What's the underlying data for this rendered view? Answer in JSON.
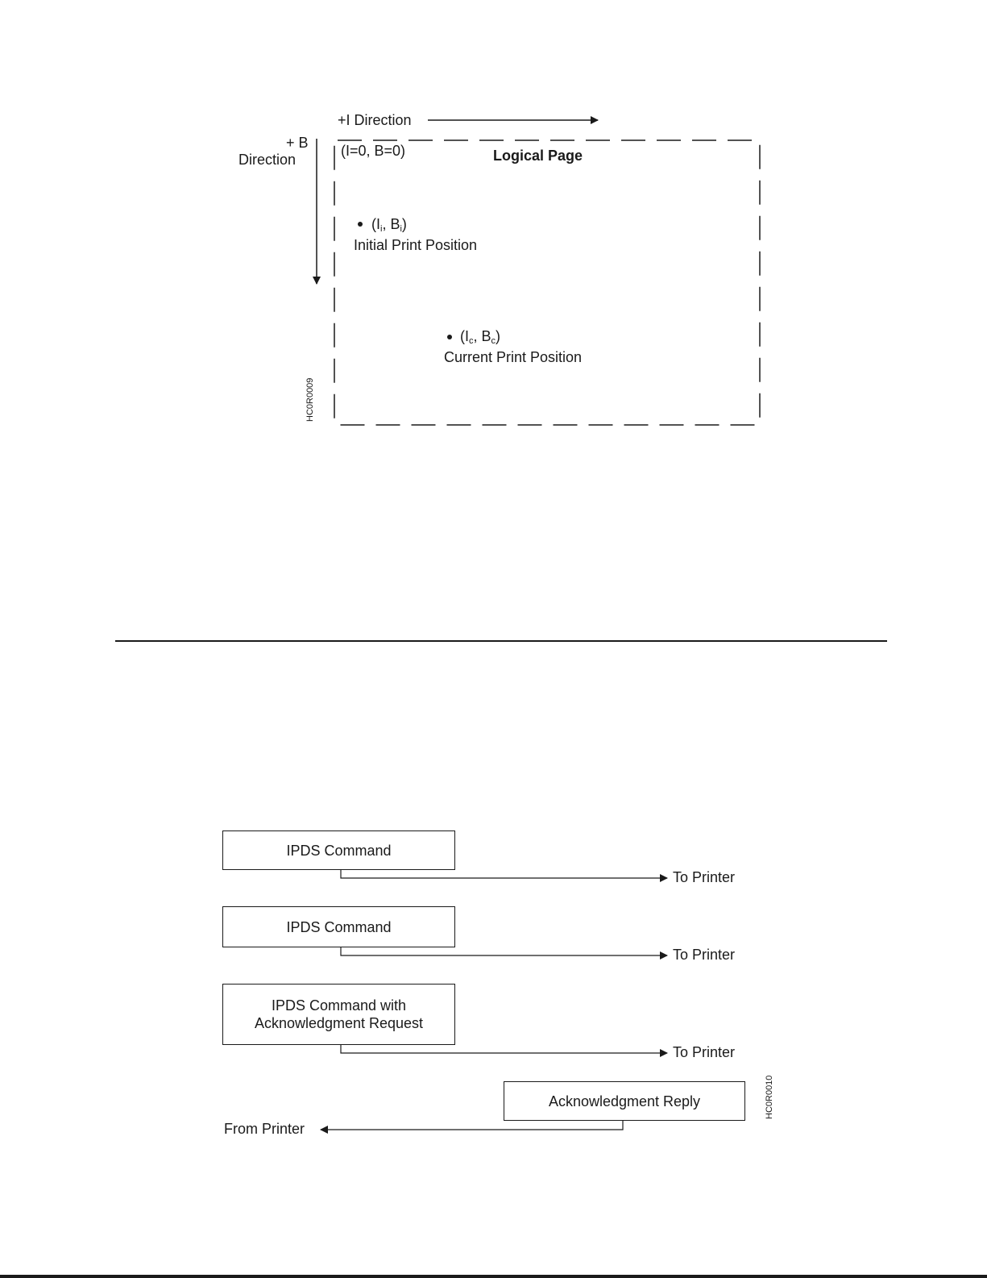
{
  "figure1": {
    "i_direction": "+I Direction",
    "b_direction_line1": "+ B",
    "b_direction_line2": "Direction",
    "origin_label": "(I=0,  B=0)",
    "page_title": "Logical Page",
    "initial": {
      "coord_open": "(I",
      "coord_sub_i": "i",
      "coord_mid": ", B",
      "coord_sub_b": "i",
      "coord_close": ")",
      "label": "Initial Print Position"
    },
    "current": {
      "coord_open": "(I",
      "coord_sub_i": "c",
      "coord_mid": ", B",
      "coord_sub_b": "c",
      "coord_close": ")",
      "label": "Current Print Position"
    },
    "figure_id": "HC0R0009"
  },
  "figure2": {
    "boxes": [
      {
        "label": "IPDS Command"
      },
      {
        "label": "IPDS Command"
      },
      {
        "label_line1": "IPDS Command with",
        "label_line2": "Acknowledgment Request"
      },
      {
        "label": "Acknowledgment Reply"
      }
    ],
    "to_printer": [
      "To Printer",
      "To Printer",
      "To Printer"
    ],
    "from_printer": "From Printer",
    "figure_id": "HC0R0010"
  }
}
